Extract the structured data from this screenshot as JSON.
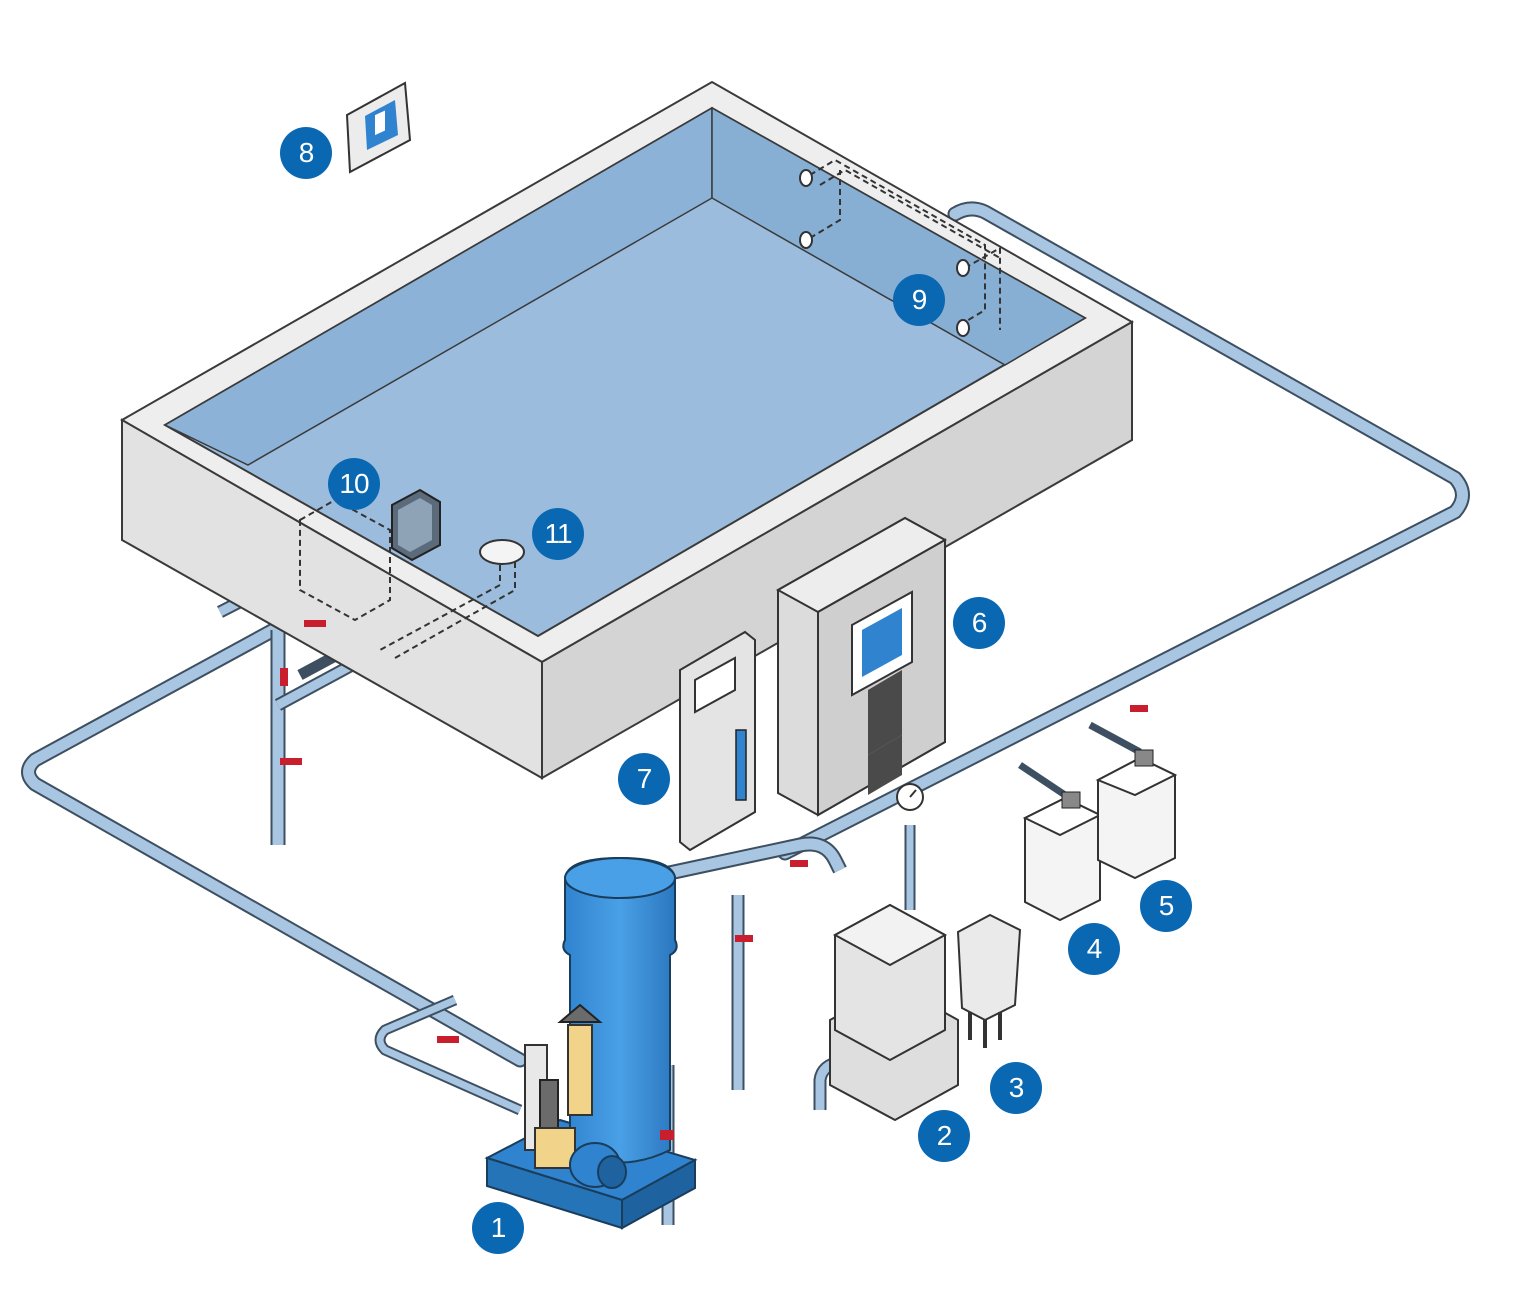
{
  "colors": {
    "water": "#97bbdb",
    "pipe": "#9fc0df",
    "pipe_edge": "#3d4f60",
    "concrete_top": "#eeeeee",
    "concrete_side": "#d6d6d6",
    "filter_blue": "#3a8fd8",
    "callout": "#0a68b3",
    "valve_handle": "#c81e2d",
    "accent_yellow": "#f1d48a"
  },
  "callouts": [
    {
      "id": "1",
      "label": "1",
      "component": "filter-pump-unit"
    },
    {
      "id": "2",
      "label": "2",
      "component": "dosing-unit"
    },
    {
      "id": "3",
      "label": "3",
      "component": "small-tank"
    },
    {
      "id": "4",
      "label": "4",
      "component": "chemical-canister"
    },
    {
      "id": "5",
      "label": "5",
      "component": "chemical-canister"
    },
    {
      "id": "6",
      "label": "6",
      "component": "control-cabinet"
    },
    {
      "id": "7",
      "label": "7",
      "component": "measuring-panel"
    },
    {
      "id": "8",
      "label": "8",
      "component": "wall-switch"
    },
    {
      "id": "9",
      "label": "9",
      "component": "inlet-nozzles"
    },
    {
      "id": "10",
      "label": "10",
      "component": "skimmer"
    },
    {
      "id": "11",
      "label": "11",
      "component": "floor-drain"
    }
  ]
}
